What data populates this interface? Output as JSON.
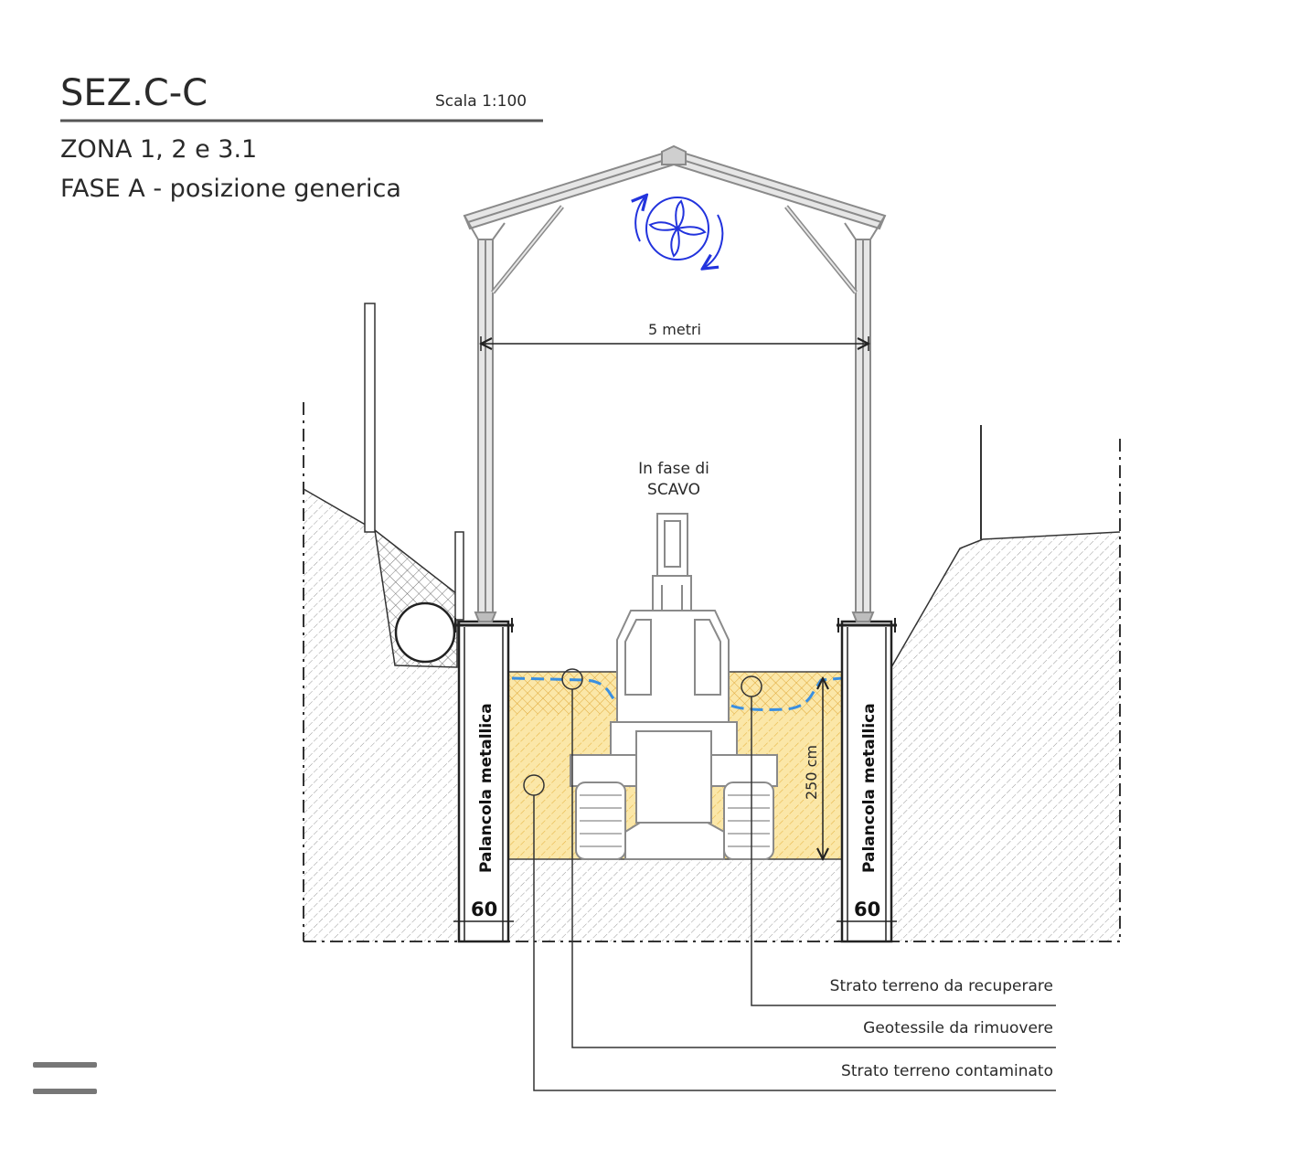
{
  "header": {
    "title": "SEZ.C-C",
    "scale": "Scala 1:100",
    "zone": "ZONA 1, 2 e 3.1",
    "phase": "FASE A - posizione generica"
  },
  "dimensions": {
    "span": "5 metri",
    "depth": "250 cm"
  },
  "excavator": {
    "line1": "In fase di",
    "line2": "SCAVO"
  },
  "sheet_piles": {
    "label": "Palancola metallica",
    "size": "60"
  },
  "legend": [
    {
      "label": "Strato terreno da recuperare"
    },
    {
      "label": "Geotessile da rimuovere"
    },
    {
      "label": "Strato terreno contaminato"
    }
  ],
  "icons": {
    "ventilation": "fan-icon"
  },
  "colors": {
    "contaminated_fill": "#f4d77a",
    "water_line": "#3a8fe0",
    "fan": "#2233dd",
    "structure": "#9a9a9a"
  }
}
